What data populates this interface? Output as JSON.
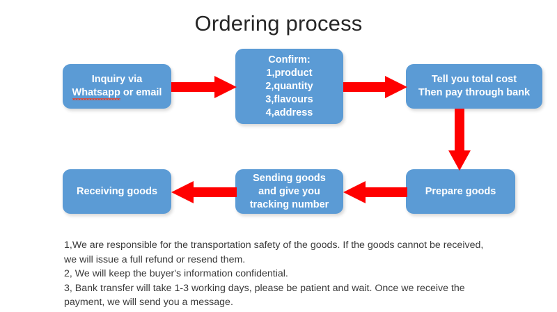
{
  "title": "Ordering process",
  "colors": {
    "box_fill": "#5B9BD5",
    "box_text": "#FFFFFF",
    "arrow": "#FF0000",
    "title_text": "#262626",
    "notes_text": "#3A3A3A",
    "background": "#FFFFFF",
    "spellcheck_underline": "#E8402A"
  },
  "flow": {
    "boxes": [
      {
        "id": "inquiry",
        "name": "inquiry-box",
        "lines": [
          "Inquiry via",
          "Whatsapp or email"
        ],
        "line1": "Inquiry via",
        "line2_word_misspelled": "Whatsapp",
        "line2_rest": " or email"
      },
      {
        "id": "confirm",
        "name": "confirm-box",
        "lines": [
          "Confirm:",
          "1,product",
          "2,quantity",
          "3,flavours",
          "4,address"
        ],
        "line1": "Confirm:",
        "line2": "1,product",
        "line3": "2,quantity",
        "line4": "3,flavours",
        "line5": "4,address"
      },
      {
        "id": "cost",
        "name": "total-cost-box",
        "lines": [
          "Tell you total cost",
          "Then pay through bank"
        ],
        "line1": "Tell you total cost",
        "line2": "Then pay through bank"
      },
      {
        "id": "prepare",
        "name": "prepare-goods-box",
        "lines": [
          "Prepare goods"
        ],
        "line1": "Prepare goods"
      },
      {
        "id": "sending",
        "name": "sending-goods-box",
        "lines": [
          "Sending goods",
          "and give you",
          "tracking number"
        ],
        "line1": "Sending goods",
        "line2": "and give you",
        "line3": "tracking number"
      },
      {
        "id": "receiving",
        "name": "receiving-goods-box",
        "lines": [
          "Receiving goods"
        ],
        "line1": "Receiving goods"
      }
    ],
    "arrows": [
      {
        "id": "arrow-1",
        "from": "inquiry",
        "to": "confirm",
        "direction": "right"
      },
      {
        "id": "arrow-2",
        "from": "confirm",
        "to": "cost",
        "direction": "right"
      },
      {
        "id": "arrow-3",
        "from": "cost",
        "to": "prepare",
        "direction": "down"
      },
      {
        "id": "arrow-4",
        "from": "prepare",
        "to": "sending",
        "direction": "left"
      },
      {
        "id": "arrow-5",
        "from": "sending",
        "to": "receiving",
        "direction": "left"
      }
    ]
  },
  "notes": {
    "lines": [
      "1,We are responsible for the transportation safety of the goods. If the goods cannot be received,",
      "we will issue a full refund or resend them.",
      "2, We will keep the buyer's information confidential.",
      "3, Bank transfer will take 1-3 working days, please be patient and wait. Once we receive the",
      "payment, we will send you a message."
    ],
    "line1": "1,We are responsible for the transportation safety of the goods. If the goods cannot be received,",
    "line2": "we will issue a full refund or resend them.",
    "line3": "2, We will keep the buyer's information confidential.",
    "line4": "3, Bank transfer will take 1-3 working days, please be patient and wait. Once we receive the",
    "line5": "payment, we will send you a message."
  }
}
